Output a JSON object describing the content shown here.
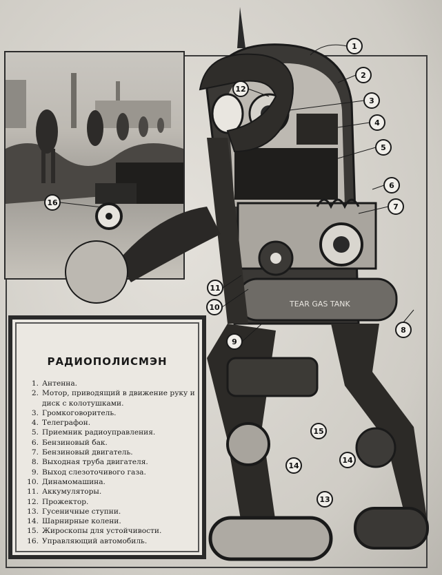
{
  "legend": {
    "title": "РАДИОПОЛИСМЭН",
    "items": [
      {
        "n": "1.",
        "text": "Антенна."
      },
      {
        "n": "2.",
        "text": "Мотор, приводящий в движение руку и диск с колотушками."
      },
      {
        "n": "3.",
        "text": "Громкоговоритель."
      },
      {
        "n": "4.",
        "text": "Телеграфон."
      },
      {
        "n": "5.",
        "text": "Приемник радиоуправления."
      },
      {
        "n": "6.",
        "text": "Бензиновый бак."
      },
      {
        "n": "7.",
        "text": "Бензиновый двигатель."
      },
      {
        "n": "8.",
        "text": "Выходная труба двигателя."
      },
      {
        "n": "9.",
        "text": "Выход слезоточивого газа."
      },
      {
        "n": "10.",
        "text": "Динамомашина."
      },
      {
        "n": "11.",
        "text": "Аккумуляторы."
      },
      {
        "n": "12.",
        "text": "Прожектор."
      },
      {
        "n": "13.",
        "text": "Гусеничные ступни."
      },
      {
        "n": "14.",
        "text": "Шарнирные колени."
      },
      {
        "n": "15.",
        "text": "Жироскопы для устойчивости."
      },
      {
        "n": "16.",
        "text": "Управляющий автомобиль."
      }
    ]
  },
  "illustration": {
    "tank_text": "TEAR GAS TANK",
    "callouts": [
      "1",
      "2",
      "3",
      "4",
      "5",
      "6",
      "7",
      "8",
      "9",
      "10",
      "11",
      "12",
      "13",
      "14",
      "14",
      "15",
      "16"
    ]
  }
}
